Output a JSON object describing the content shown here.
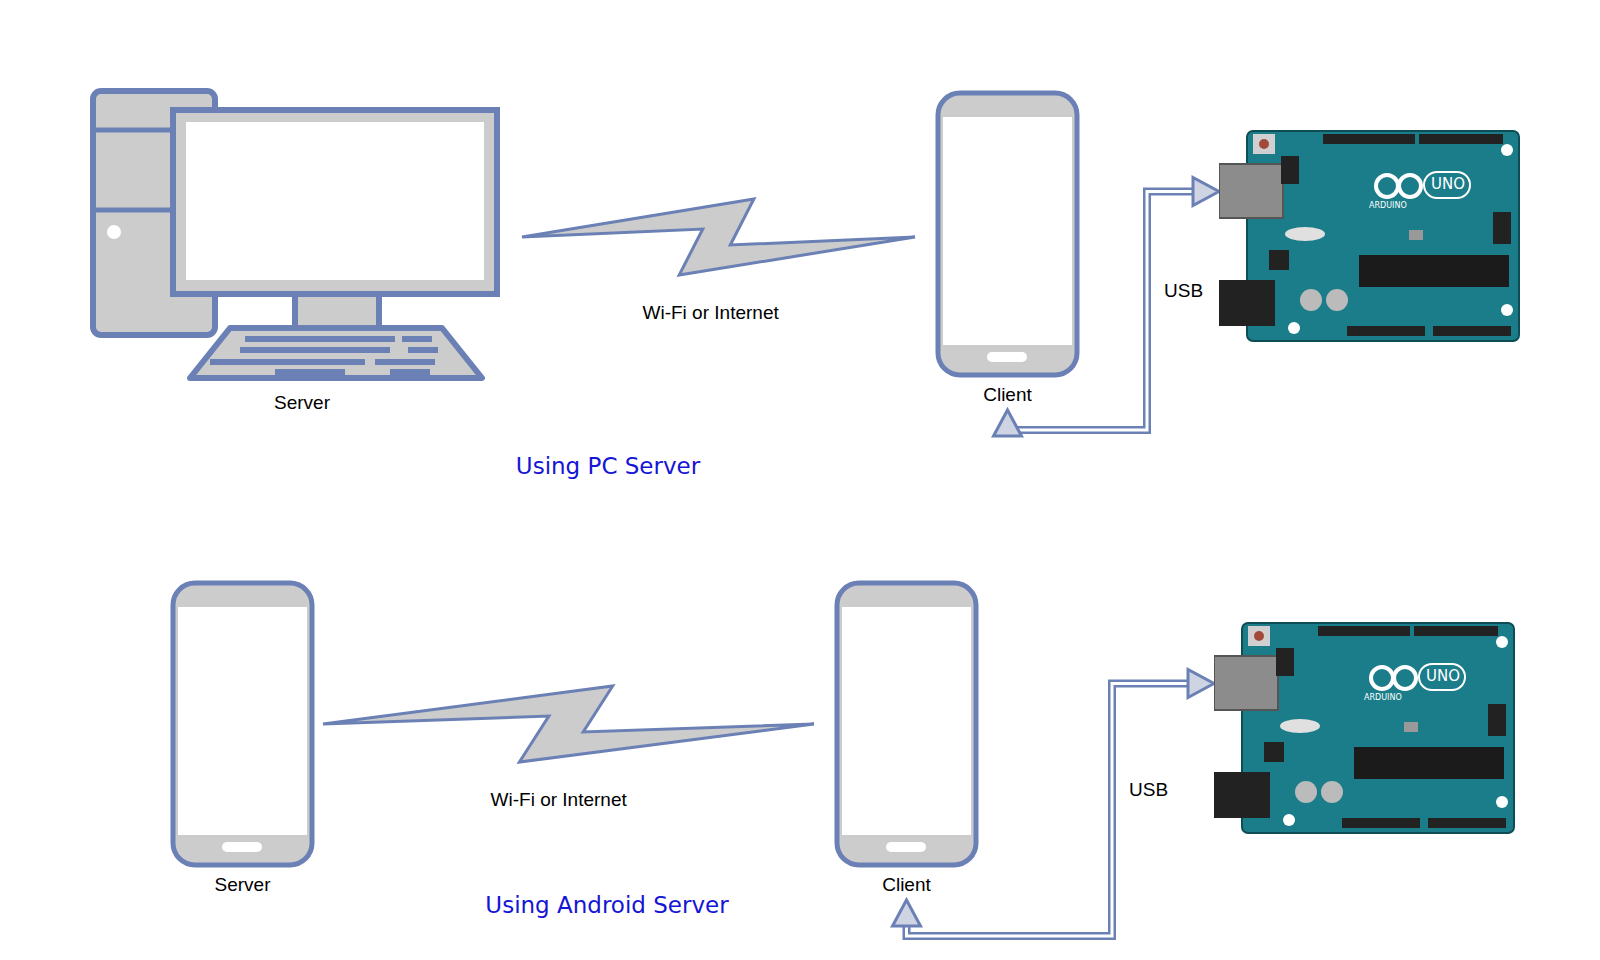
{
  "diagram": {
    "nodes": [
      {
        "text": [
          "Server"
        ]
      },
      {
        "text": [
          "Client"
        ]
      },
      {
        "text": [
          "UNO",
          "ARDUINO"
        ]
      },
      {
        "text": [
          "Server"
        ]
      },
      {
        "text": [
          "Client"
        ]
      },
      {
        "text": [
          "UNO",
          "ARDUINO"
        ]
      }
    ],
    "edges": [
      {
        "from": 0,
        "to": 1,
        "label": "Wi-Fi or Internet",
        "arrow": "none"
      },
      {
        "from": 1,
        "to": 2,
        "label": "USB",
        "arrow": "both"
      },
      {
        "from": 3,
        "to": 4,
        "label": "Wi-Fi or Internet",
        "arrow": "none"
      },
      {
        "from": 4,
        "to": 5,
        "label": "USB",
        "arrow": "both"
      }
    ],
    "labels": [
      "Using PC Server",
      "Using Android Server"
    ]
  }
}
